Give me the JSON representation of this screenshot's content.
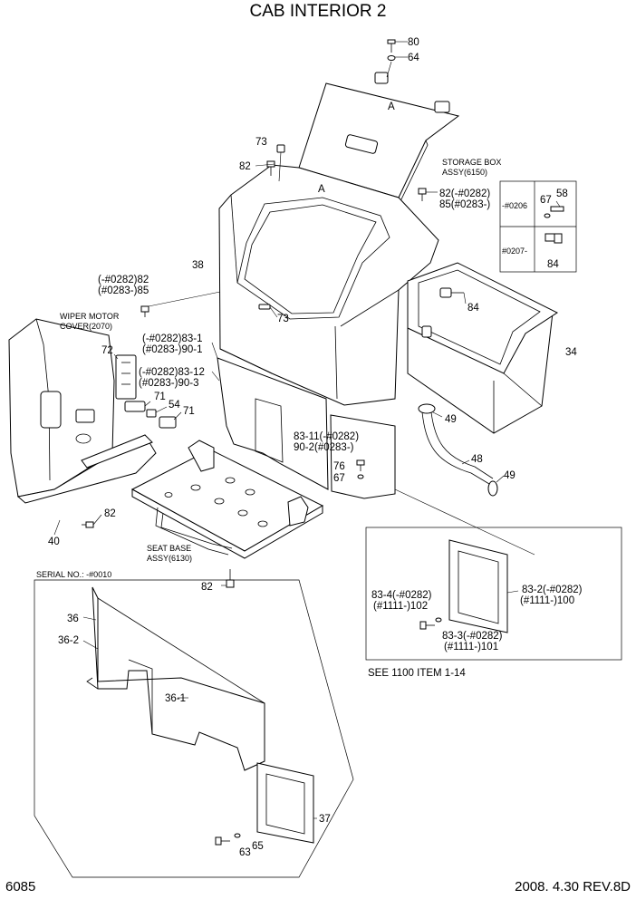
{
  "title": "CAB INTERIOR 2",
  "page_number": "6085",
  "revision": "2008. 4.30 REV.8D",
  "callouts": {
    "p80": "80",
    "p64": "64",
    "pA1": "A",
    "pA2": "A",
    "p73a": "73",
    "p82a": "82",
    "storage_box_1": "STORAGE BOX",
    "storage_box_2": "ASSY(6150)",
    "p82b_1": "82(-#0282)",
    "p85b_2": "85(#0283-)",
    "inset_top_serial": "-#0206",
    "inset_bottom_serial": "#0207-",
    "p67a": "67",
    "p58": "58",
    "p84a": "84",
    "p38": "38",
    "p82c_1": "(-#0282)82",
    "p85c_2": "(#0283-)85",
    "p84b": "84",
    "p73b": "73",
    "p34": "34",
    "wiper_1": "WIPER MOTOR",
    "wiper_2": "COVER(2070)",
    "p72": "72",
    "p83_1a": "(-#0282)83-1",
    "p90_1a": "(#0283-)90-1",
    "p83_12": "(-#0282)83-12",
    "p90_3": "(#0283-)90-3",
    "p71a": "71",
    "p54": "54",
    "p71b": "71",
    "p49a": "49",
    "p83_11": "83-11(-#0282)",
    "p90_2": "90-2(#0283-)",
    "p48": "48",
    "p76": "76",
    "p67b": "67",
    "p49b": "49",
    "p82d": "82",
    "p40": "40",
    "seat_base_1": "SEAT BASE",
    "seat_base_2": "ASSY(6130)",
    "p82e": "82",
    "serial_no": "SERIAL NO.: -#0010",
    "p36": "36",
    "p36_2": "36-2",
    "p36_1": "36-1",
    "p37": "37",
    "p63": "63",
    "p65": "65",
    "p83_4": "83-4(-#0282)",
    "p102": "(#1111-)102",
    "p83_2": "83-2(-#0282)",
    "p100": "(#1111-)100",
    "p83_3": "83-3(-#0282)",
    "p101": "(#1111-)101",
    "see_ref": "SEE 1100 ITEM 1-14"
  }
}
